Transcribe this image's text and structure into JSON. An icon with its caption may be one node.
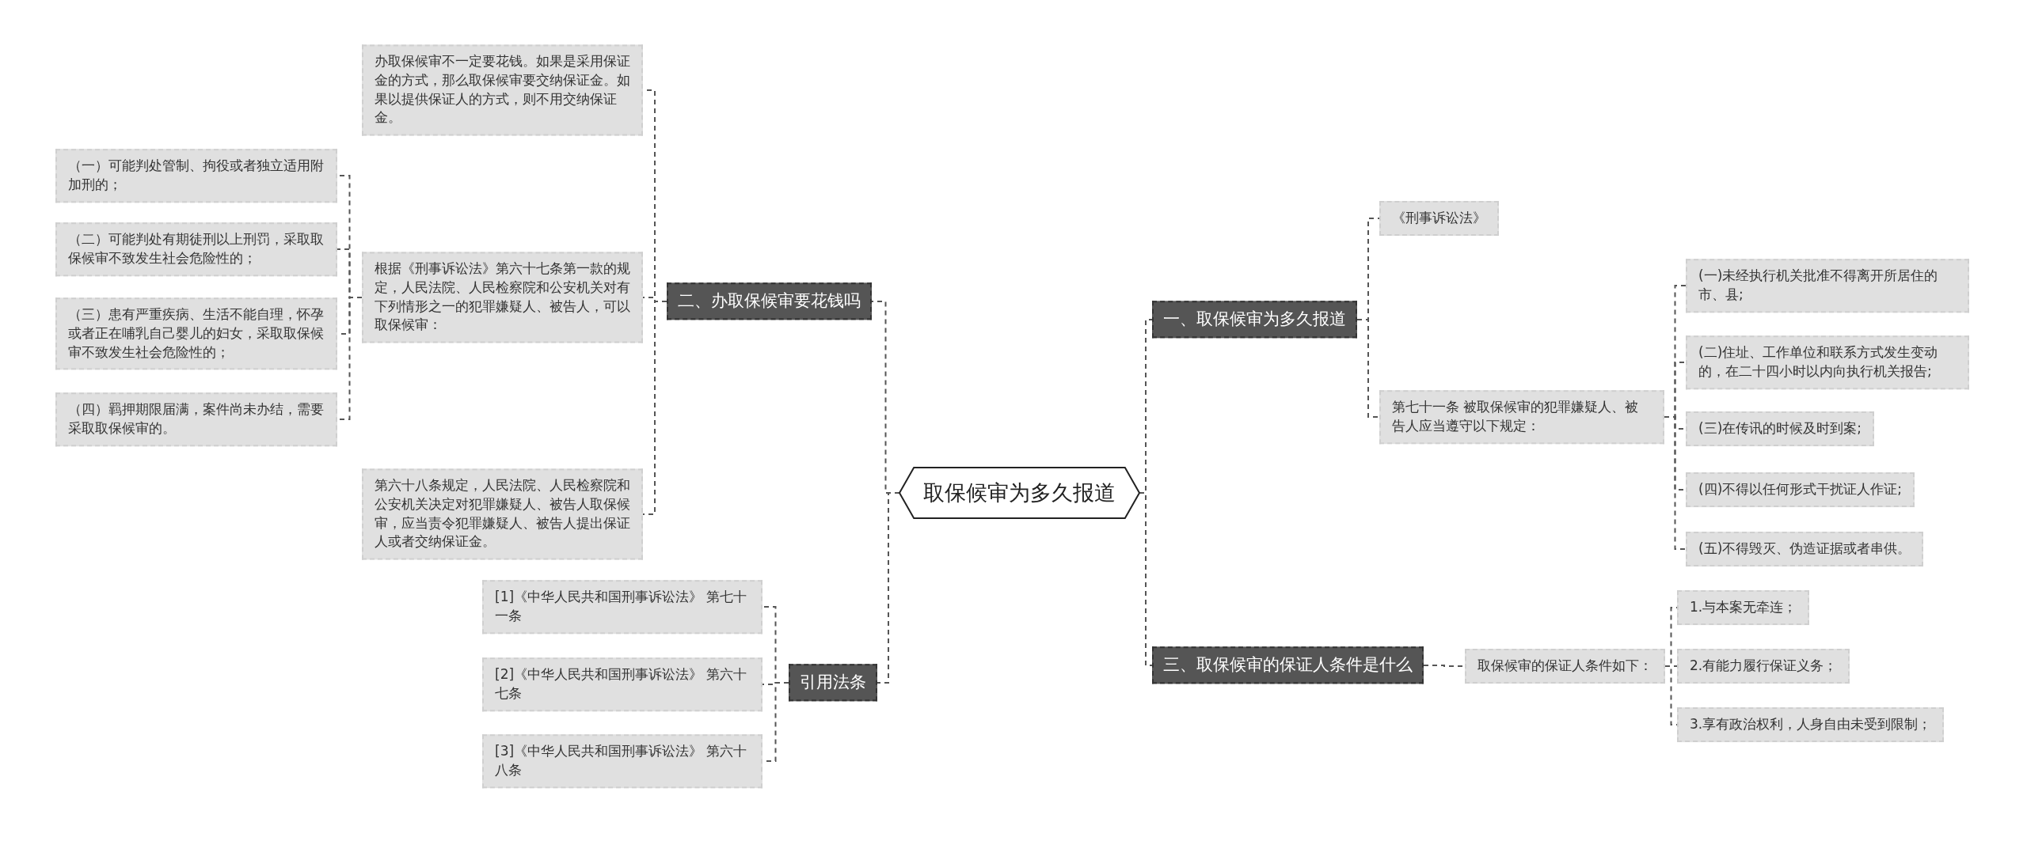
{
  "diagram": {
    "nodes": [
      {
        "text": [
          "取保候审为多久报道"
        ]
      },
      {
        "text": [
          "二、办取保候审要花钱吗"
        ]
      },
      {
        "text": [
          "办取保候审不一定要花钱。如果是采用保证金的方式，那么取保候审要交纳保证金。如果以提供保证人的方式，则不用交纳保证金。"
        ]
      },
      {
        "text": [
          "根据《刑事诉讼法》第六十七条第一款的规定，人民法院、人民检察院和公安机关对有下列情形之一的犯罪嫌疑人、被告人，可以取保候审："
        ]
      },
      {
        "text": [
          "（一）可能判处管制、拘役或者独立适用附加刑的；"
        ]
      },
      {
        "text": [
          "（二）可能判处有期徒刑以上刑罚，采取取保候审不致发生社会危险性的；"
        ]
      },
      {
        "text": [
          "（三）患有严重疾病、生活不能自理，怀孕或者正在哺乳自己婴儿的妇女，采取取保候审不致发生社会危险性的；"
        ]
      },
      {
        "text": [
          "（四）羁押期限届满，案件尚未办结，需要采取取保候审的。"
        ]
      },
      {
        "text": [
          "第六十八条规定，人民法院、人民检察院和公安机关决定对犯罪嫌疑人、被告人取保候审，应当责令犯罪嫌疑人、被告人提出保证人或者交纳保证金。"
        ]
      },
      {
        "text": [
          "引用法条"
        ]
      },
      {
        "text": [
          "[1]《中华人民共和国刑事诉讼法》 第七十一条"
        ]
      },
      {
        "text": [
          "[2]《中华人民共和国刑事诉讼法》 第六十七条"
        ]
      },
      {
        "text": [
          "[3]《中华人民共和国刑事诉讼法》 第六十八条"
        ]
      },
      {
        "text": [
          "一、取保候审为多久报道"
        ]
      },
      {
        "text": [
          "《刑事诉讼法》"
        ]
      },
      {
        "text": [
          "第七十一条 被取保候审的犯罪嫌疑人、被告人应当遵守以下规定："
        ]
      },
      {
        "text": [
          "(一)未经执行机关批准不得离开所居住的市、县;"
        ]
      },
      {
        "text": [
          "(二)住址、工作单位和联系方式发生变动的，在二十四小时以内向执行机关报告;"
        ]
      },
      {
        "text": [
          "(三)在传讯的时候及时到案;"
        ]
      },
      {
        "text": [
          "(四)不得以任何形式干扰证人作证;"
        ]
      },
      {
        "text": [
          "(五)不得毁灭、伪造证据或者串供。"
        ]
      },
      {
        "text": [
          "三、取保候审的保证人条件是什么"
        ]
      },
      {
        "text": [
          "取保候审的保证人条件如下："
        ]
      },
      {
        "text": [
          "1.与本案无牵连；"
        ]
      },
      {
        "text": [
          "2.有能力履行保证义务；"
        ]
      },
      {
        "text": [
          "3.享有政治权利，人身自由未受到限制；"
        ]
      }
    ],
    "edges": [
      {
        "from": 0,
        "to": 1,
        "arrow": "none"
      },
      {
        "from": 1,
        "to": 2,
        "arrow": "none"
      },
      {
        "from": 1,
        "to": 3,
        "arrow": "none"
      },
      {
        "from": 3,
        "to": 4,
        "arrow": "none"
      },
      {
        "from": 3,
        "to": 5,
        "arrow": "none"
      },
      {
        "from": 3,
        "to": 6,
        "arrow": "none"
      },
      {
        "from": 3,
        "to": 7,
        "arrow": "none"
      },
      {
        "from": 1,
        "to": 8,
        "arrow": "none"
      },
      {
        "from": 0,
        "to": 9,
        "arrow": "none"
      },
      {
        "from": 9,
        "to": 10,
        "arrow": "none"
      },
      {
        "from": 9,
        "to": 11,
        "arrow": "none"
      },
      {
        "from": 9,
        "to": 12,
        "arrow": "none"
      },
      {
        "from": 0,
        "to": 13,
        "arrow": "none"
      },
      {
        "from": 13,
        "to": 14,
        "arrow": "none"
      },
      {
        "from": 13,
        "to": 15,
        "arrow": "none"
      },
      {
        "from": 15,
        "to": 16,
        "arrow": "none"
      },
      {
        "from": 15,
        "to": 17,
        "arrow": "none"
      },
      {
        "from": 15,
        "to": 18,
        "arrow": "none"
      },
      {
        "from": 15,
        "to": 19,
        "arrow": "none"
      },
      {
        "from": 15,
        "to": 20,
        "arrow": "none"
      },
      {
        "from": 0,
        "to": 21,
        "arrow": "none"
      },
      {
        "from": 21,
        "to": 22,
        "arrow": "none"
      },
      {
        "from": 22,
        "to": 23,
        "arrow": "none"
      },
      {
        "from": 22,
        "to": 24,
        "arrow": "none"
      },
      {
        "from": 22,
        "to": 25,
        "arrow": "none"
      }
    ]
  }
}
